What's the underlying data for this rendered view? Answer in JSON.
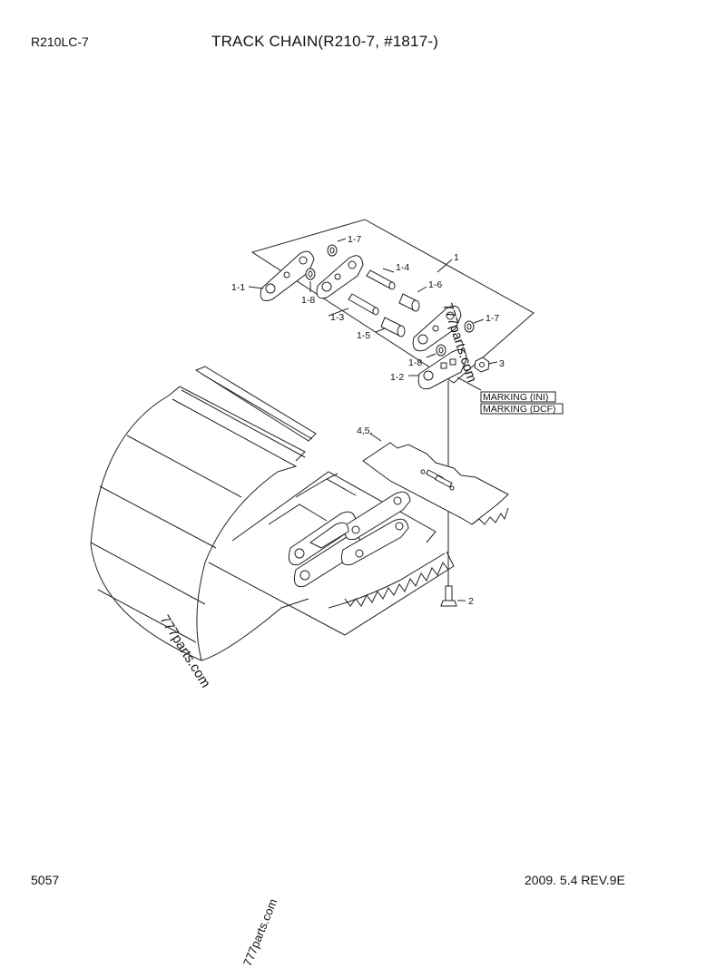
{
  "header": {
    "model": "R210LC-7",
    "title": "TRACK CHAIN(R210-7, #1817-)"
  },
  "footer": {
    "page_number": "5057",
    "revision": "2009. 5.4  REV.9E"
  },
  "callouts": {
    "c1": "1",
    "c1_1": "1-1",
    "c1_2": "1-2",
    "c1_3": "1-3",
    "c1_4": "1-4",
    "c1_5": "1-5",
    "c1_6": "1-6",
    "c1_7a": "1-7",
    "c1_7b": "1-7",
    "c1_8a": "1-8",
    "c1_8b": "1-8",
    "c2": "2",
    "c3": "3",
    "c45": "4,5,"
  },
  "markings": {
    "ini": "MARKING (INI)",
    "dcf": "MARKING (DCF)"
  },
  "watermark": {
    "text": "777parts.com"
  }
}
